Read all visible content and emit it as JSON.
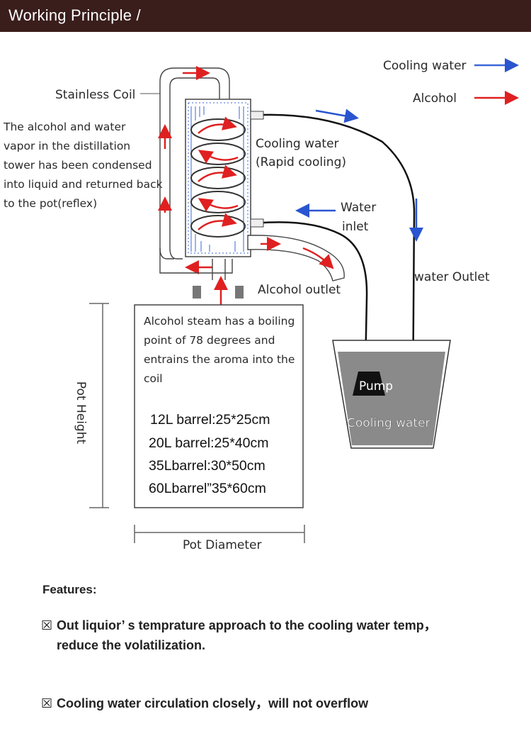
{
  "header": {
    "title": "Working Principle /"
  },
  "legend": {
    "cooling_water": "Cooling water",
    "alcohol": "Alcohol",
    "cooling_color": "#3a67d8",
    "alcohol_color": "#e02020"
  },
  "labels": {
    "stainless_coil": "Stainless Coil",
    "reflux_lines": [
      "The alcohol and water",
      "vapor in the distillation",
      "tower has been condensed",
      "into liquid and returned back",
      "to the pot(reflex)"
    ],
    "cooling_water_lines": [
      "Cooling water",
      "(Rapid cooling)"
    ],
    "water_inlet_lines": [
      "Water",
      "inlet"
    ],
    "water_outlet": "water Outlet",
    "alcohol_outlet": "Alcohol outlet",
    "steam_lines": [
      "Alcohol steam has a boiling",
      "point of 78 degrees and",
      "entrains the aroma into the",
      "coil"
    ],
    "barrel_specs": [
      "12L barrel:25*25cm",
      "20L barrel:25*40cm",
      "35Lbarrel:30*50cm",
      "60Lbarrel”35*60cm"
    ],
    "pot_height": "Pot Height",
    "pot_diameter": "Pot Diameter",
    "pump": "Pump",
    "bucket_water": "Cooling water"
  },
  "features": {
    "title": "Features:",
    "items": [
      {
        "icon": "checkbox-x-icon",
        "box_glyph": "☒",
        "lines": [
          "Out liquior’ s temprature approach to the cooling water temp，",
          "reduce the volatilization."
        ]
      },
      {
        "icon": "checkbox-x-icon",
        "box_glyph": "☒",
        "lines": [
          "Cooling water circulation closely，will not overflow"
        ]
      }
    ]
  }
}
